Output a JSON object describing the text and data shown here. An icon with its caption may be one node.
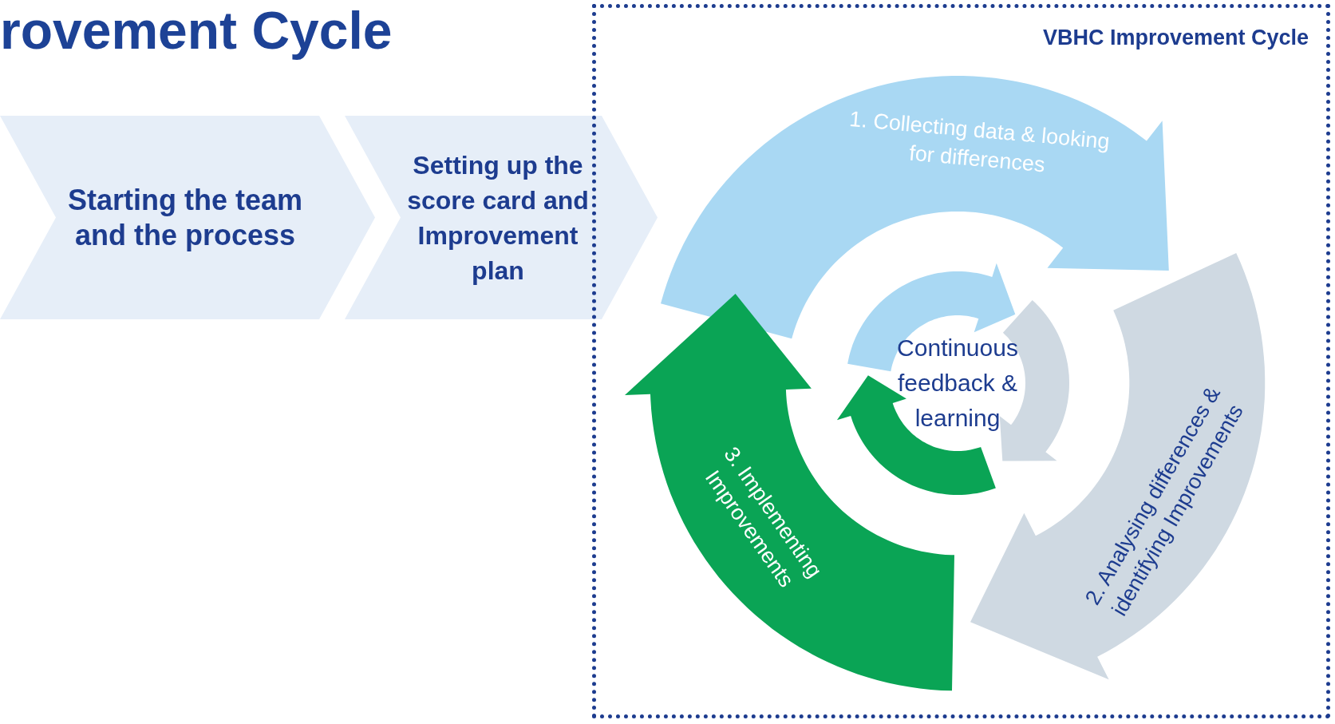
{
  "diagram": {
    "title": "rovement Cycle",
    "nodes": [
      {
        "text": [
          "Starting the team and the process"
        ]
      },
      {
        "text": [
          "Setting up the score card and Improvement plan"
        ]
      },
      {
        "text": [
          "VBHC Improvement Cycle"
        ]
      },
      {
        "text": [
          "1. Collecting data & looking for differences"
        ],
        "in": 2
      },
      {
        "text": [
          "2. Analysing differences & identifying Improvements"
        ],
        "in": 2
      },
      {
        "text": [
          "3. Implementing Improvements"
        ],
        "in": 2
      },
      {
        "text": [
          "Continuous feedback & learning"
        ],
        "in": 2
      }
    ]
  }
}
